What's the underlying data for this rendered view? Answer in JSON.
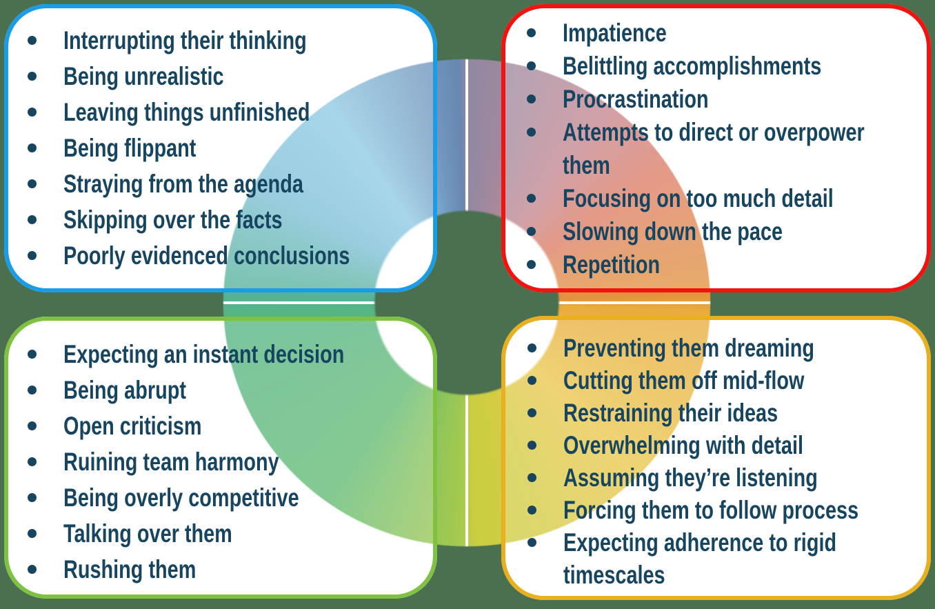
{
  "canvas": {
    "background_color": "#4A7050",
    "divider_line_color": "#FFFFFF"
  },
  "text_color": "#17455F",
  "wheel": {
    "description_colors": {
      "blue": "#8FCAE4",
      "slate_blue": "#6887B2",
      "mauve": "#9088A3",
      "salmon_red": "#DC7E68",
      "orange": "#E2933D",
      "gold": "#E9AC3E",
      "yellow": "#EAC84E",
      "olive_yellow": "#C9CE3F",
      "chartreuse": "#A3C94F",
      "green": "#63BB74",
      "sea_green": "#55B585",
      "teal": "#55B295"
    },
    "conic_stops": [
      {
        "a": 0,
        "c": "#9088A3"
      },
      {
        "a": 35,
        "c": "#C58791"
      },
      {
        "a": 55,
        "c": "#DC7E68"
      },
      {
        "a": 88,
        "c": "#E2933D"
      },
      {
        "a": 92,
        "c": "#E9AC3E"
      },
      {
        "a": 135,
        "c": "#EAC84E"
      },
      {
        "a": 178,
        "c": "#C9CE3F"
      },
      {
        "a": 182,
        "c": "#A3C94F"
      },
      {
        "a": 215,
        "c": "#63BB74"
      },
      {
        "a": 268,
        "c": "#55B585"
      },
      {
        "a": 272,
        "c": "#55B295"
      },
      {
        "a": 300,
        "c": "#7FC0D8"
      },
      {
        "a": 325,
        "c": "#8FCAE4"
      },
      {
        "a": 358,
        "c": "#6887B2"
      },
      {
        "a": 360,
        "c": "#9088A3"
      }
    ]
  },
  "quadrants": {
    "top_left": {
      "border_color": "#1B9CE8",
      "items": [
        "Interrupting their thinking",
        "Being unrealistic",
        "Leaving things unfinished",
        "Being flippant",
        "Straying from the agenda",
        "Skipping over the facts",
        "Poorly evidenced conclusions"
      ]
    },
    "top_right": {
      "border_color": "#F2120E",
      "items": [
        "Impatience",
        "Belittling accomplishments",
        "Procrastination",
        "Attempts to direct or overpower them",
        "Focusing on too much detail",
        "Slowing down the pace",
        "Repetition"
      ]
    },
    "bottom_left": {
      "border_color": "#7FC241",
      "items": [
        "Expecting an instant decision",
        "Being abrupt",
        "Open criticism",
        "Ruining team harmony",
        "Being overly competitive",
        "Talking over them",
        "Rushing them"
      ]
    },
    "bottom_right": {
      "border_color": "#E8B01F",
      "items": [
        "Preventing them dreaming",
        "Cutting them off mid-flow",
        "Restraining their ideas",
        "Overwhelming with detail",
        "Assuming they’re listening",
        "Forcing them to follow process",
        "Expecting adherence to rigid timescales"
      ]
    }
  }
}
